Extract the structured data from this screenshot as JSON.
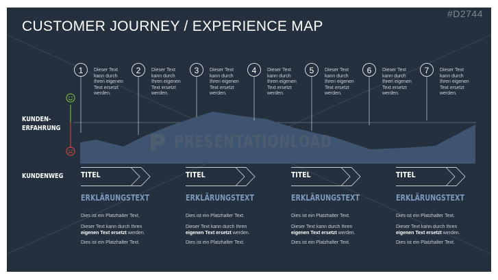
{
  "header": {
    "title": "CUSTOMER JOURNEY / EXPERIENCE MAP",
    "code": "#D2744"
  },
  "labels": {
    "experience_line1": "KUNDEN-",
    "experience_line2": "ERFAHRUNG",
    "path": "KUNDENWEG"
  },
  "watermark": "PRESENTATIONLOAD",
  "steps": [
    {
      "number": "1",
      "text_lines": [
        "Dieser Text",
        "kann durch",
        "Ihren eigenen",
        "Text ersetzt",
        "werden."
      ]
    },
    {
      "number": "2",
      "text_lines": [
        "Dieser Text",
        "kann durch",
        "Ihren eigenen",
        "Text ersetzt",
        "werden."
      ]
    },
    {
      "number": "3",
      "text_lines": [
        "Dieser Text",
        "kann durch",
        "Ihren eigenen",
        "Text ersetzt",
        "werden."
      ]
    },
    {
      "number": "4",
      "text_lines": [
        "Dieser Text",
        "kann durch",
        "Ihren eigenen",
        "Text ersetzt",
        "werden."
      ]
    },
    {
      "number": "5",
      "text_lines": [
        "Dieser Text",
        "kann durch",
        "Ihren eigenen",
        "Text ersetzt",
        "werden."
      ]
    },
    {
      "number": "6",
      "text_lines": [
        "Dieser Text",
        "kann durch",
        "Ihren eigenen",
        "Text ersetzt",
        "werden."
      ]
    },
    {
      "number": "7",
      "text_lines": [
        "Dieser Text",
        "kann durch",
        "Ihren eigenen",
        "Text ersetzt",
        "werden."
      ]
    }
  ],
  "phases": [
    {
      "title": "TITEL",
      "heading": "ERKLÄRUNGSTEXT",
      "line1": "Dies ist ein Platzhalter Text.",
      "line2_pre": "Dieser Text kann durch Ihren",
      "line2_bold": "eigenen Text ersetzt",
      "line2_post": " werden.",
      "line3": "Dies ist ein Platzhalter Text."
    },
    {
      "title": "TITEL",
      "heading": "ERKLÄRUNGSTEXT",
      "line1": "Dies ist ein Platzhalter Text.",
      "line2_pre": "Dieser Text kann durch Ihren",
      "line2_bold": "eigenen Text ersetzt",
      "line2_post": " werden.",
      "line3": "Dies ist ein Platzhalter Text."
    },
    {
      "title": "TITEL",
      "heading": "ERKLÄRUNGSTEXT",
      "line1": "Dies ist ein Platzhalter Text.",
      "line2_pre": "Dieser Text kann durch Ihren",
      "line2_bold": "eigenen Text ersetzt",
      "line2_post": " werden.",
      "line3": "Dies ist ein Platzhalter Text."
    },
    {
      "title": "TITEL",
      "heading": "ERKLÄRUNGSTEXT",
      "line1": "Dies ist ein Platzhalter Text.",
      "line2_pre": "Dieser Text kann durch Ihren",
      "line2_bold": "eigenen Text ersetzt",
      "line2_post": " werden.",
      "line3": "Dies ist ein Platzhalter Text."
    }
  ],
  "colors": {
    "background": "#24303d",
    "area_fill": "#3f5470",
    "heading_blue": "#7d98bd",
    "happy": "#8dc63f",
    "sad": "#e2493d"
  },
  "icons": {
    "happy": "smiley-happy-icon",
    "sad": "smiley-sad-icon"
  }
}
